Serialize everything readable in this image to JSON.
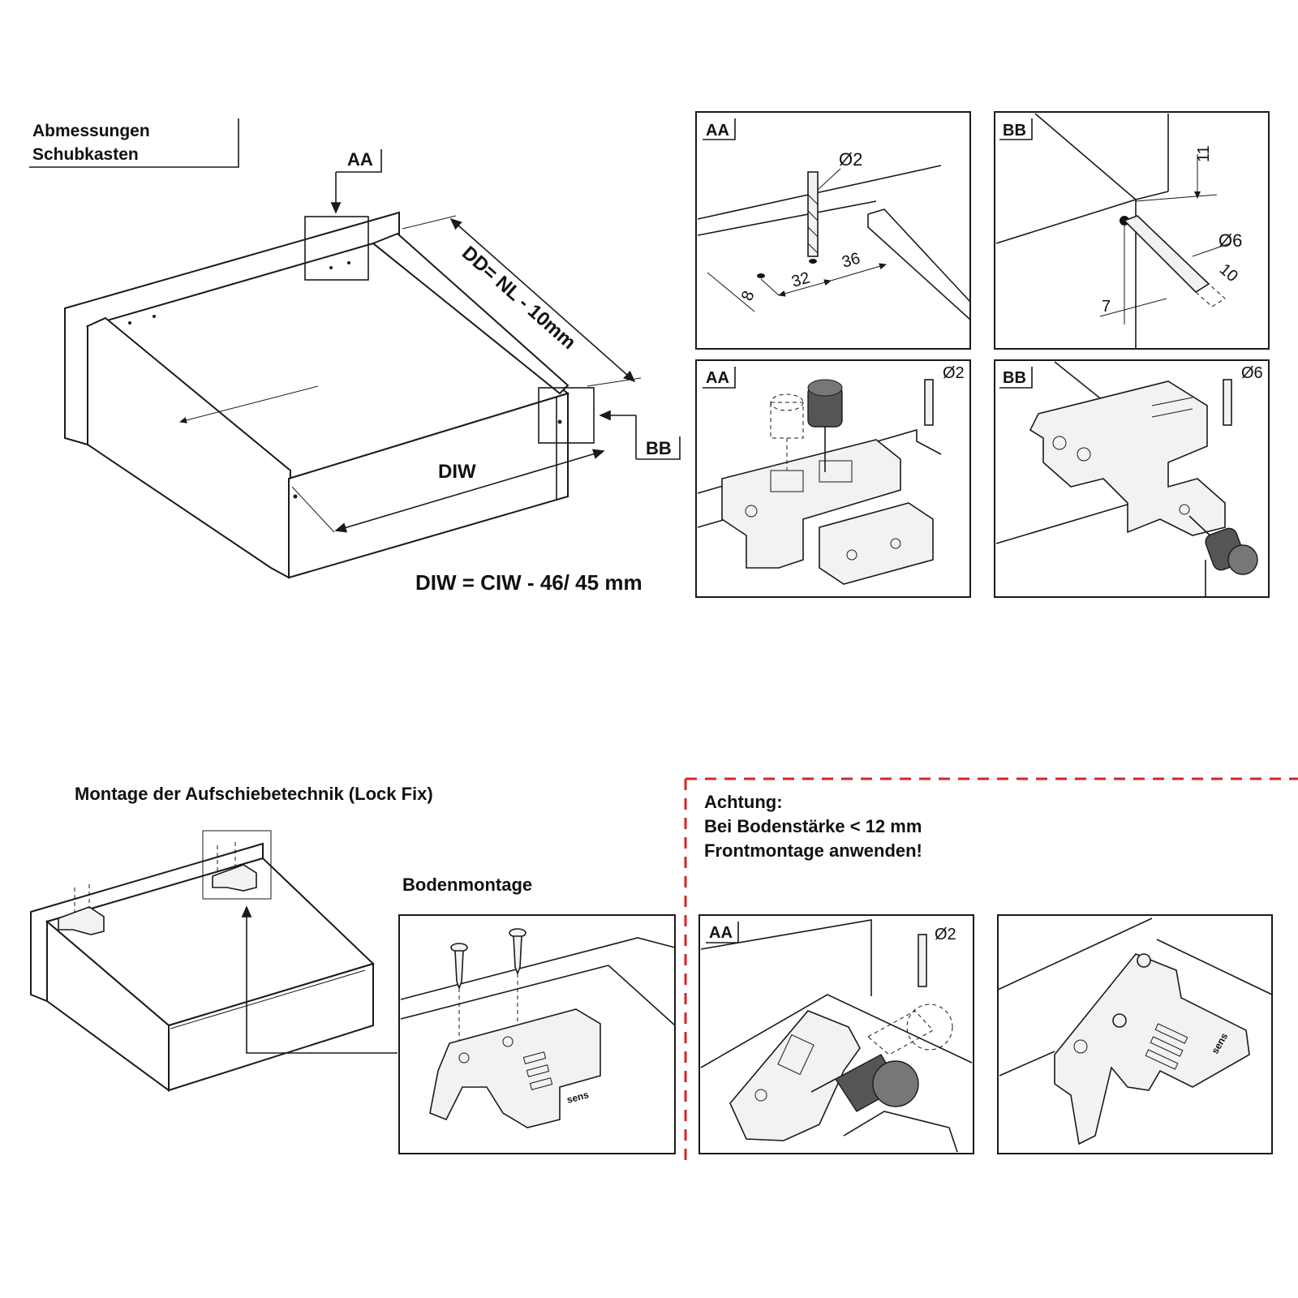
{
  "section1": {
    "title_line1": "Abmessungen",
    "title_line2": "Schubkasten",
    "label_aa": "AA",
    "label_bb": "BB",
    "dd_label": "DD= NL - 10mm",
    "diw_label": "DIW",
    "formula": "DIW = CIW - 46/ 45 mm"
  },
  "detail_aa_top": {
    "tag": "AA",
    "diameter": "Ø2",
    "dim_8": "8",
    "dim_32": "32",
    "dim_36": "36"
  },
  "detail_bb_top": {
    "tag": "BB",
    "diameter": "Ø6",
    "dim_11": "11",
    "dim_10": "10",
    "dim_7": "7"
  },
  "detail_aa_mid": {
    "tag": "AA",
    "diameter": "Ø2"
  },
  "detail_bb_mid": {
    "tag": "BB",
    "diameter": "Ø6"
  },
  "section2": {
    "title": "Montage der Aufschiebetechnik (Lock Fix)",
    "boden_title": "Bodenmontage",
    "brand": "sens"
  },
  "warning": {
    "line1": "Achtung:",
    "line2": "Bei Bodenstärke < 12 mm",
    "line3": "Frontmontage anwenden!",
    "color": "#d8232a"
  },
  "detail_aa_bottom": {
    "tag": "AA",
    "diameter": "Ø2"
  }
}
